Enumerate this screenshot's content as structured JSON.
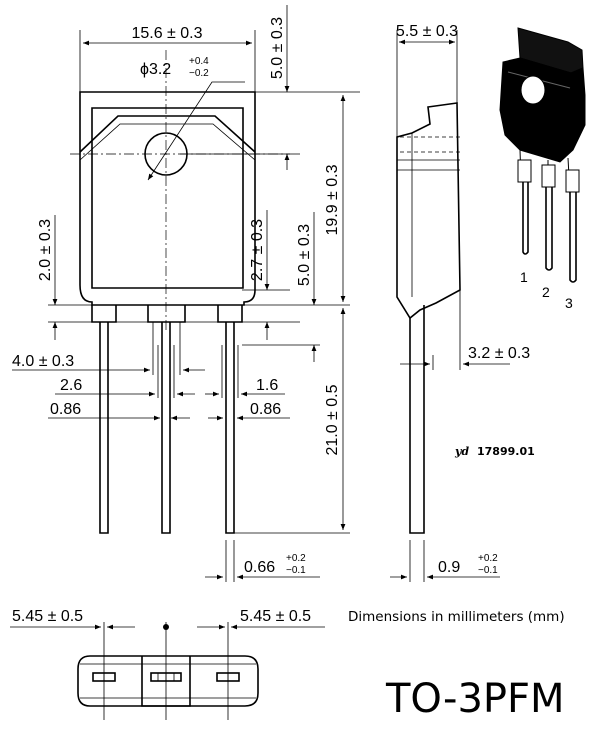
{
  "dimensions": {
    "width": "15.6 ± 0.3",
    "hole_dia": "ϕ3.2",
    "hole_tol_upper": "+0.4",
    "hole_tol_lower": "−0.2",
    "hole_top": "5.0 ± 0.3",
    "body_height": "19.9 ± 0.3",
    "lead_step_left": "2.0 ± 0.3",
    "lead_step_mid": "2.7 ± 0.3",
    "lead_step_right": "5.0 ± 0.3",
    "lead_length": "21.0 ± 0.5",
    "lead_width_left": "4.0 ± 0.3",
    "lead_width_center": "2.6",
    "lead_width_right": "1.6",
    "lead_thick_left": "0.86",
    "lead_thick_right": "0.86",
    "lead_bottom": "0.66",
    "lead_bottom_upper": "+0.2",
    "lead_bottom_lower": "−0.1",
    "side_thickness": "5.5 ± 0.3",
    "side_lead": "3.2 ± 0.3",
    "side_bottom": "0.9",
    "side_bottom_upper": "+0.2",
    "side_bottom_lower": "−0.1",
    "pitch_left": "5.45 ± 0.5",
    "pitch_right": "5.45 ± 0.5"
  },
  "pins": [
    "1",
    "2",
    "3"
  ],
  "drawing_code_prefix": "yd",
  "drawing_code_number": "17899.01",
  "units_note": "Dimensions in millimeters (mm)",
  "package_name": "TO-3PFM"
}
